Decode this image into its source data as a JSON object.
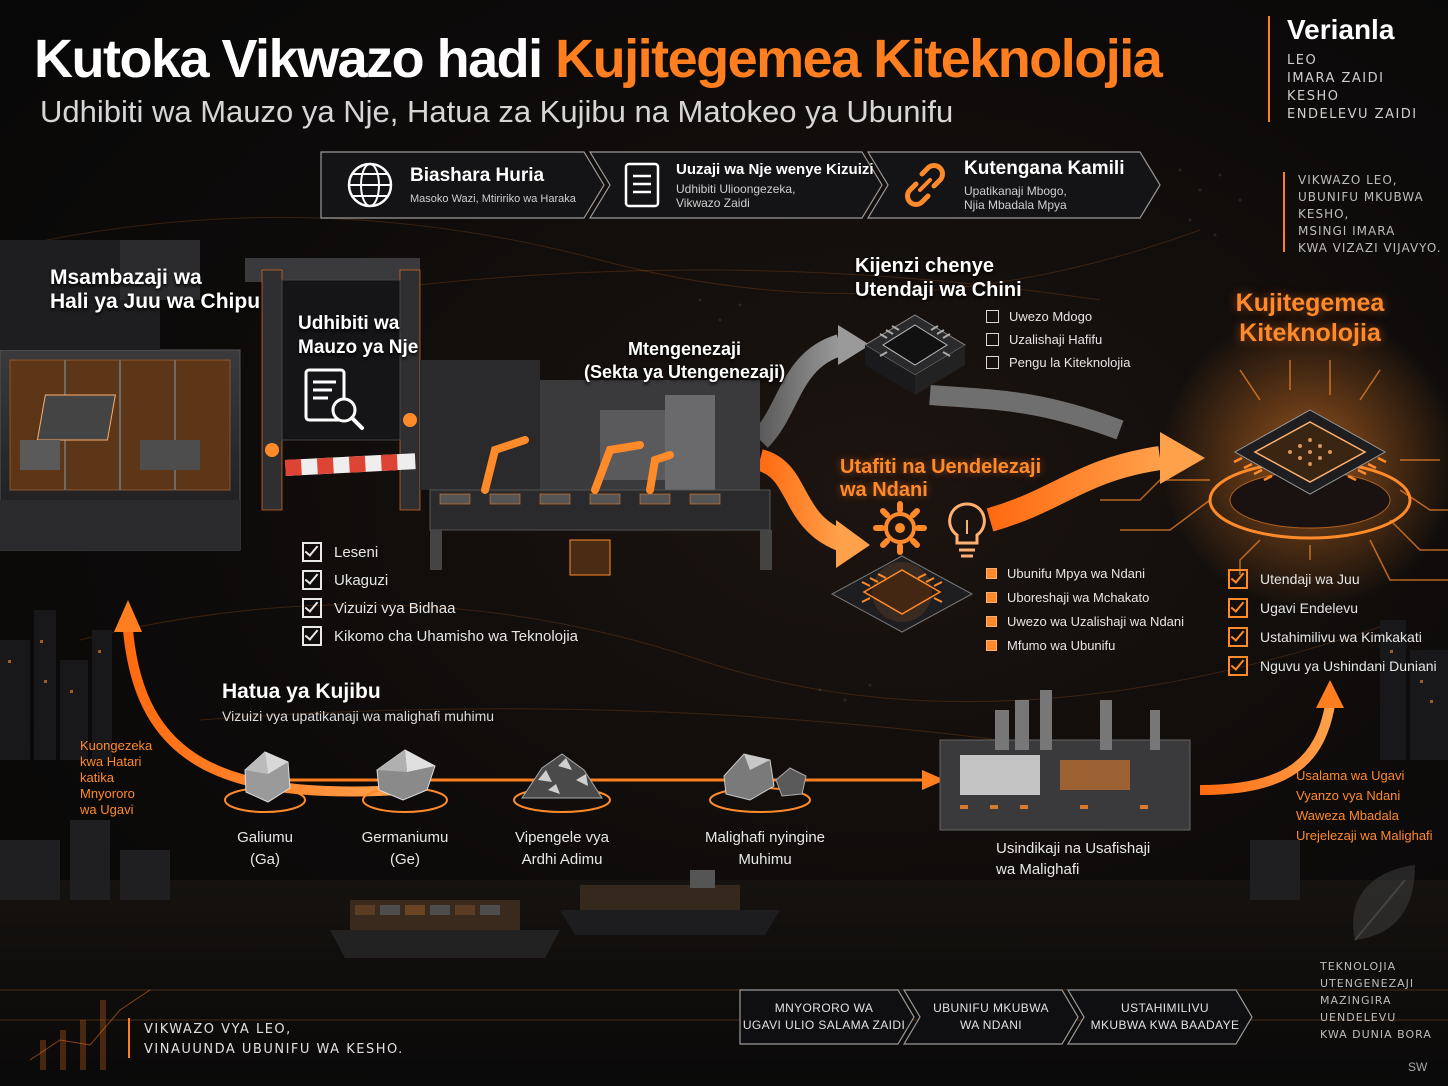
{
  "header": {
    "title_part1": "Kutoka Vikwazo hadi",
    "title_part2": "Kujitegemea Kiteknolojia",
    "subtitle": "Udhibiti wa Mauzo ya Nje, Hatua za Kujibu na Matokeo ya Ubunifu"
  },
  "brand": {
    "name": "Verianla",
    "tagline": "LEO\nIMARA ZAIDI\nKESHO\nENDELEVU ZAIDI"
  },
  "side_note_top": "VIKWAZO LEO,\nUBUNIFU MKUBWA\nKESHO,\nMSINGI IMARA\nKWA VIZAZI VIJAVYO.",
  "stages": [
    {
      "title": "Biashara Huria",
      "sub": "Masoko Wazi, Mtiririko wa Haraka",
      "icon": "globe-icon"
    },
    {
      "title": "Uuzaji wa Nje wenye Kizuizi",
      "sub": "Udhibiti Ulioongezeka,\nVikwazo Zaidi",
      "icon": "document-icon"
    },
    {
      "title": "Kutengana Kamili",
      "sub": "Upatikanaji Mbogo,\nNjia Mbadala Mpya",
      "icon": "broken-link-icon"
    }
  ],
  "supplier": {
    "label": "Msambazaji wa\nHali ya Juu wa Chipu"
  },
  "export_control": {
    "label": "Udhibiti wa\nMauzo ya Nje",
    "items": [
      "Leseni",
      "Ukaguzi",
      "Vizuizi vya Bidhaa",
      "Kikomo cha Uhamisho wa Teknolojia"
    ]
  },
  "manufacturer": {
    "label": "Mtengenezaji\n(Sekta ya Utengenezaji)"
  },
  "low_component": {
    "label": "Kijenzi chenye\nUtendaji wa Chini",
    "items": [
      "Uwezo Mdogo",
      "Uzalishaji Hafifu",
      "Pengu la Kiteknolojia"
    ]
  },
  "rnd": {
    "label": "Utafiti na Uendelezaji\nwa Ndani",
    "items": [
      "Ubunifu Mpya wa Ndani",
      "Uboreshaji wa Mchakato",
      "Uwezo wa Uzalishaji wa Ndani",
      "Mfumo wa Ubunifu"
    ]
  },
  "self_reliance": {
    "label": "Kujitegemea\nKiteknolojia",
    "items": [
      "Utendaji wa Juu",
      "Ugavi Endelevu",
      "Ustahimilivu wa Kimkakati",
      "Nguvu ya Ushindani Duniani"
    ]
  },
  "response": {
    "title": "Hatua ya Kujibu",
    "subtitle": "Vizuizi vya upatikanaji wa malighafi muhimu",
    "left_note": "Kuongezeka\nkwa Hatari\nkatika\nMnyororo\nwa Ugavi",
    "minerals": [
      {
        "name": "Galiumu\n(Ga)"
      },
      {
        "name": "Germaniumu\n(Ge)"
      },
      {
        "name": "Vipengele vya\nArdhi Adimu"
      },
      {
        "name": "Malighafi nyingine\nMuhimu"
      }
    ],
    "processing": "Usindikaji na Usafishaji\nwa Malighafi",
    "right_note": [
      "Usalama wa Ugavi",
      "Vyanzo vya Ndani",
      "Waweza Mbadala",
      "Urejelezaji wa Malighafi"
    ]
  },
  "footer": {
    "left_quote": "VIKWAZO VYA LEO,\nVINAUUNDA UBUNIFU WA KESHO.",
    "chevrons": [
      "MNYORORO WA\nUGAVI ULIO SALAMA ZAIDI",
      "UBUNIFU MKUBWA\nWA NDANI",
      "USTAHIMILIVU\nMKUBWA KWA BAADAYE"
    ],
    "right_note": "TEKNOLOJIA\nUTENGENEZAJI\nMAZINGIRA\nUENDELEVU\nKWA DUNIA BORA",
    "corner": "SW"
  },
  "colors": {
    "accent": "#ff7e1f",
    "background": "#0d0b0a",
    "text": "#ffffff"
  }
}
